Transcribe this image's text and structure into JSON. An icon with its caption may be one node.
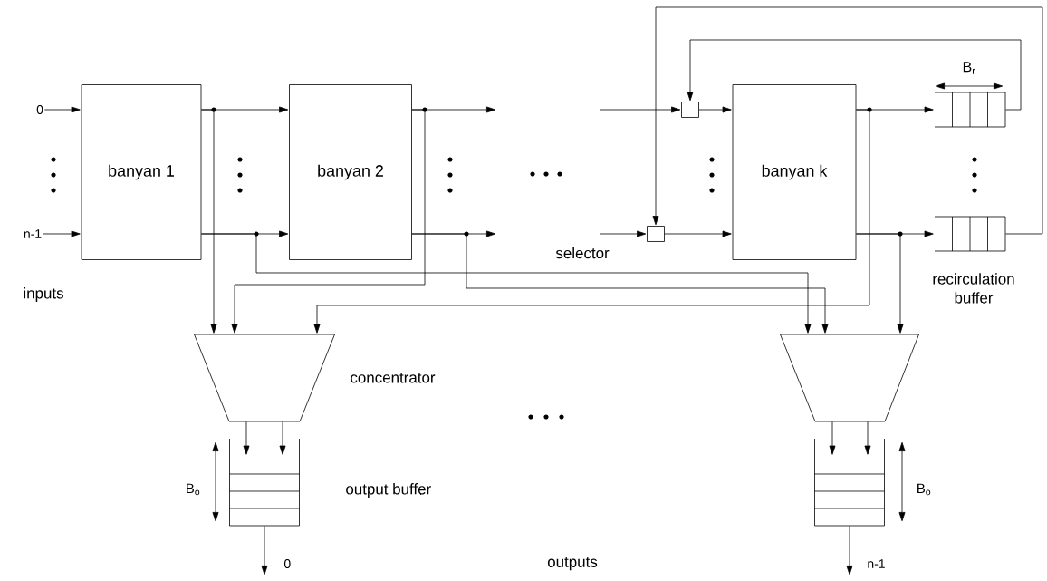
{
  "diagram": {
    "nodes": [
      {
        "text": [
          "banyan 1"
        ]
      },
      {
        "text": [
          "banyan 2"
        ]
      },
      {
        "text": [],
        "shape": "box"
      },
      {
        "text": [],
        "shape": "box",
        "beside": [
          "selector"
        ]
      },
      {
        "text": [
          "banyan k"
        ]
      },
      {
        "text": [],
        "shape": "queue"
      },
      {
        "text": [],
        "shape": "queue",
        "beside": [
          "recirculation buffer"
        ]
      },
      {
        "text": [],
        "shape": "trapezoid",
        "beside": [
          "concentrator"
        ]
      },
      {
        "text": [],
        "shape": "trapezoid"
      },
      {
        "text": [],
        "shape": "queue",
        "beside": [
          "output buffer"
        ]
      },
      {
        "text": [],
        "shape": "queue"
      },
      {
        "text": [
          "0"
        ]
      },
      {
        "text": [
          "n-1"
        ]
      }
    ],
    "edges": [
      {
        "from": 11,
        "to": 0,
        "arrow": "to"
      },
      {
        "from": 12,
        "to": 0,
        "arrow": "to"
      },
      {
        "from": 0,
        "to": 1,
        "arrow": "to"
      },
      {
        "from": 0,
        "to": 1,
        "arrow": "to"
      },
      {
        "from": 1,
        "to": null,
        "arrow": "to"
      },
      {
        "from": 1,
        "to": null,
        "arrow": "to"
      },
      {
        "from": null,
        "to": 2,
        "arrow": "to"
      },
      {
        "from": null,
        "to": 3,
        "arrow": "to"
      },
      {
        "from": 2,
        "to": 4,
        "arrow": "to"
      },
      {
        "from": 3,
        "to": 4,
        "arrow": "to"
      },
      {
        "from": 4,
        "to": 5,
        "arrow": "to"
      },
      {
        "from": 4,
        "to": 6,
        "arrow": "to"
      },
      {
        "from": 5,
        "to": 2,
        "arrow": "to"
      },
      {
        "from": 6,
        "to": 3,
        "arrow": "to"
      },
      {
        "from": 0,
        "to": 7,
        "arrow": "to"
      },
      {
        "from": 1,
        "to": 7,
        "arrow": "to"
      },
      {
        "from": 4,
        "to": 7,
        "arrow": "to"
      },
      {
        "from": 0,
        "to": 8,
        "arrow": "to"
      },
      {
        "from": 1,
        "to": 8,
        "arrow": "to"
      },
      {
        "from": 4,
        "to": 8,
        "arrow": "to"
      },
      {
        "from": 7,
        "to": 9,
        "arrow": "to"
      },
      {
        "from": 7,
        "to": 9,
        "arrow": "to"
      },
      {
        "from": 8,
        "to": 10,
        "arrow": "to"
      },
      {
        "from": 8,
        "to": 10,
        "arrow": "to"
      },
      {
        "from": 9,
        "to": null,
        "arrow": "to",
        "label": "0"
      },
      {
        "from": 10,
        "to": null,
        "arrow": "to",
        "label": "n-1"
      }
    ],
    "labels": [
      "B$_{r}$",
      "inputs",
      "B$_{o}$",
      "B$_{o}$",
      "outputs"
    ]
  }
}
